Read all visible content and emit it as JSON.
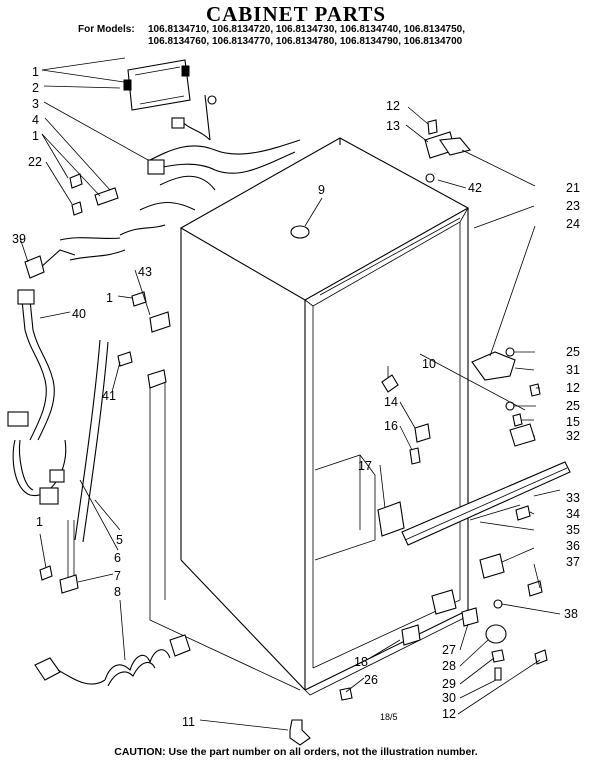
{
  "title": "CABINET PARTS",
  "models": {
    "lead": "For Models:",
    "line1": "106.8134710, 106.8134720, 106.8134730, 106.8134740, 106.8134750,",
    "line2": "106.8134760, 106.8134770, 106.8134780, 106.8134790, 106.8134700"
  },
  "caution": "CAUTION: Use the part number on all orders, not the illustration number.",
  "drawing_code": "18/5",
  "callouts": {
    "c1a": "1",
    "c2": "2",
    "c3": "3",
    "c4": "4",
    "c1b": "1",
    "c22": "22",
    "c39": "39",
    "c43": "43",
    "c1c": "1",
    "c40": "40",
    "c41": "41",
    "c5": "5",
    "c6": "6",
    "c1d": "1",
    "c7": "7",
    "c8": "8",
    "c11": "11",
    "c9": "9",
    "c10": "10",
    "c14": "14",
    "c16": "16",
    "c17": "17",
    "c18": "18",
    "c26": "26",
    "c12a": "12",
    "c13": "13",
    "c42": "42",
    "c21": "21",
    "c23": "23",
    "c24": "24",
    "c25a": "25",
    "c31": "31",
    "c12b": "12",
    "c25b": "25",
    "c15": "15",
    "c32": "32",
    "c33": "33",
    "c34": "34",
    "c35": "35",
    "c36": "36",
    "c37": "37",
    "c38": "38",
    "c27": "27",
    "c28": "28",
    "c29": "29",
    "c30": "30",
    "c12c": "12"
  }
}
